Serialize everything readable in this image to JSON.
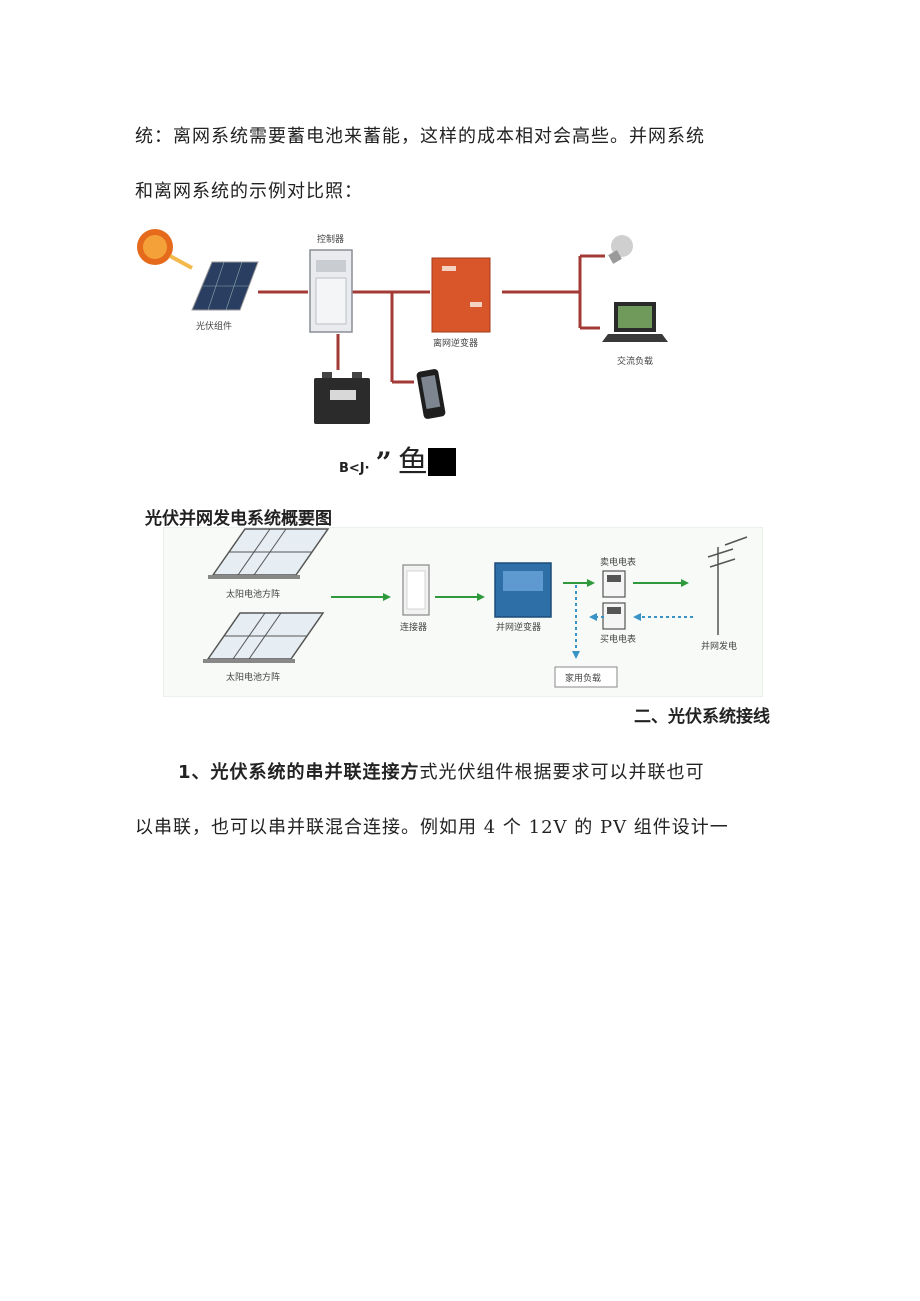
{
  "text": {
    "para1_line1": "统：离网系统需要蓄电池来蓄能，这样的成本相对会高些。并网系统",
    "para1_line2": "和离网系统的示例对比照：",
    "odd_caption_a": "B<J·",
    "odd_caption_b": "”",
    "odd_caption_c": "鱼",
    "figure2_title": "光伏并网发电系统概要图",
    "section_heading": "二、光伏系统接线",
    "para2_bold": "1、光伏系统的串并联连接方",
    "para2_line1_rest": "式光伏组件根据要求可以并联也可",
    "para2_line2": "以串联，也可以串并联混合连接。例如用 4 个 12V 的 PV 组件设计一"
  },
  "figure1": {
    "labels": {
      "controller": "控制器",
      "pv_module": "光伏组件",
      "offgrid_inverter": "离网逆变器",
      "ac_load": "交流负载"
    }
  },
  "figure2": {
    "labels": {
      "solar_array_1": "太阳电池方阵",
      "solar_array_2": "太阳电池方阵",
      "combiner": "连接器",
      "grid_inverter": "并网逆变器",
      "sell_meter": "卖电电表",
      "buy_meter": "买电电表",
      "grid_power": "并网发电",
      "home_load": "家用负载"
    }
  },
  "colors": {
    "wire_red": "#a33a35",
    "inverter_orange": "#d9562b",
    "arrow_green": "#2f9a3c",
    "arrow_blue": "#3a93c7",
    "panel_blue": "#2a3e62"
  }
}
